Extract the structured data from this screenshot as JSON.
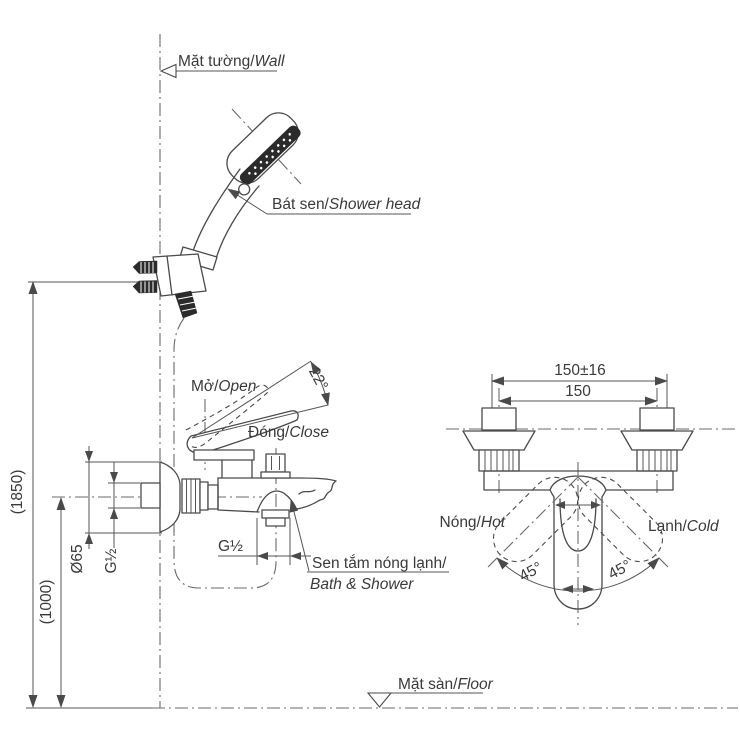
{
  "drawing": {
    "type": "technical-installation-diagram",
    "subject": "Bath & shower mixer with hand shower installation",
    "background": "#ffffff",
    "line_color": "#4a4a4a",
    "dim_color": "#555555",
    "text_color": "#3a3a3a",
    "dark_fill": "#2b2b2b"
  },
  "labels": {
    "wall": {
      "vi": "Mặt tường/",
      "en": "Wall"
    },
    "shower_head": {
      "vi": "Bát sen/",
      "en": "Shower head"
    },
    "open": {
      "vi": "Mở/",
      "en": "Open"
    },
    "close": {
      "vi": "Đóng/",
      "en": "Close"
    },
    "bath_shower": {
      "vi": "Sen tắm nóng lạnh/",
      "en": "Bath & Shower"
    },
    "hot": {
      "vi": "Nóng/",
      "en": "Hot"
    },
    "cold": {
      "vi": "Lạnh/",
      "en": "Cold"
    },
    "floor": {
      "vi": "Mặt sàn/",
      "en": "Floor"
    }
  },
  "dims": {
    "bracket_height": "(1850)",
    "mixer_height": "(1000)",
    "flange_diameter": "Ø65",
    "wall_thread": "G½",
    "outlet_thread": "G½",
    "lever_angle": "22°",
    "pitch_tol": "150±16",
    "pitch": "150",
    "swing_left": "45°",
    "swing_right": "45°"
  }
}
